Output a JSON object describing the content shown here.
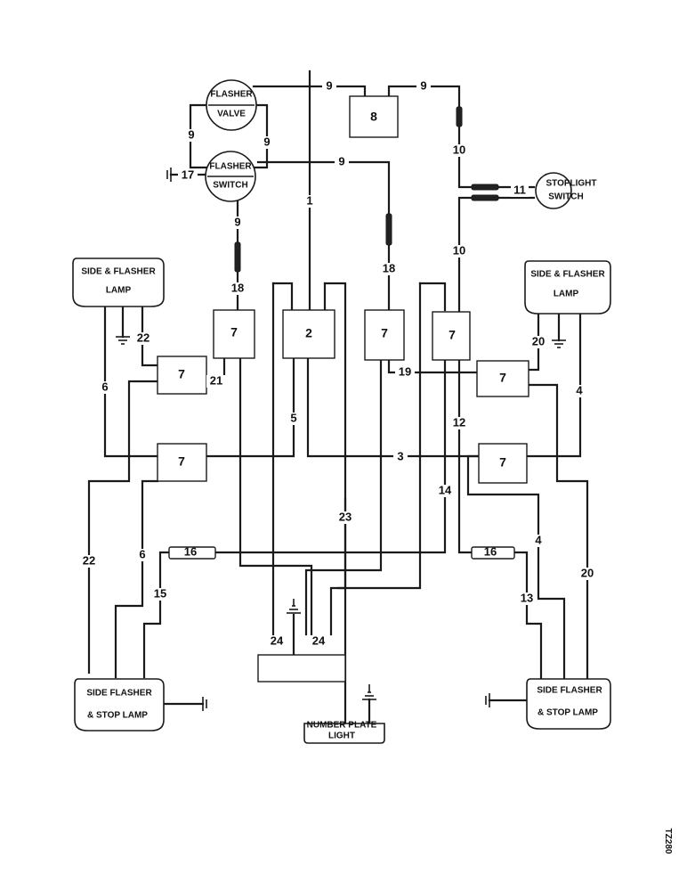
{
  "components": {
    "flasher_valve": [
      "FLASHER",
      "VALVE"
    ],
    "flasher_switch": [
      "FLASHER",
      "SWITCH"
    ],
    "stoplight_switch": [
      "STOPLIGHT",
      "SWITCH"
    ],
    "box_8": "8",
    "connector_7": "7",
    "connector_2": "2",
    "side_flasher_lamp_left": [
      "SIDE & FLASHER",
      "LAMP"
    ],
    "side_flasher_lamp_right": [
      "SIDE & FLASHER",
      "LAMP"
    ],
    "side_flasher_stop_left": [
      "SIDE FLASHER",
      "& STOP LAMP"
    ],
    "side_flasher_stop_right": [
      "SIDE FLASHER",
      "& STOP LAMP"
    ],
    "number_plate_light": [
      "NUMBER  PLATE",
      "LIGHT"
    ]
  },
  "wire_labels": {
    "w1": "1",
    "w3": "3",
    "w4": "4",
    "w5": "5",
    "w6": "6",
    "w9": "9",
    "w10": "10",
    "w11": "11",
    "w12": "12",
    "w13": "13",
    "w14": "14",
    "w15": "15",
    "w16": "16",
    "w17": "17",
    "w18": "18",
    "w19": "19",
    "w20": "20",
    "w21": "21",
    "w22": "22",
    "w23": "23",
    "w24": "24"
  },
  "figure_ref": "TZ280"
}
